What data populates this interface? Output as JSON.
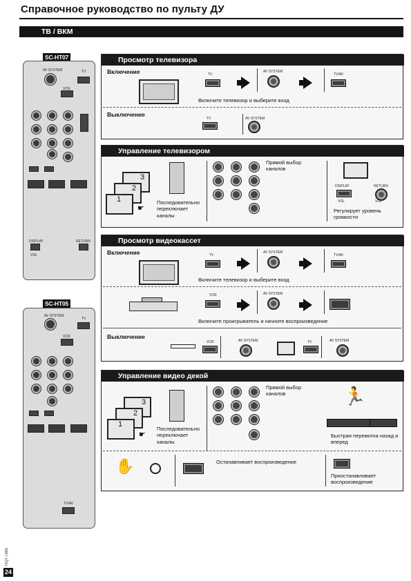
{
  "header": {
    "title": "Справочное руководство по пульту ДУ"
  },
  "section": {
    "title": "ТВ / ВКМ"
  },
  "models": {
    "ht07": "SC-HT07",
    "ht05": "SC-HT05"
  },
  "remote_ht07": {
    "av_system": "AV SYSTEM",
    "tv": "TV",
    "vcr": "VCR",
    "return": "RETURN",
    "vol": "VOL",
    "display": "DISPLAY"
  },
  "remote_ht05": {
    "av_system": "AV SYSTEM",
    "tv": "TV",
    "vcr": "VCR",
    "tvav": "TV/AV"
  },
  "tv_view": {
    "title": "Просмотр телевизора",
    "on_label": "Включение",
    "off_label": "Выключение",
    "key_tv": "TV",
    "key_av_system": "AV SYSTEM",
    "key_tvav": "TV/AV",
    "instruction": "Включите телевизор и выберите вход"
  },
  "tv_control": {
    "title": "Управление телевизором",
    "direct": "Прямой выбор каналов",
    "sequential": "Последовательно переключает каналы",
    "display": "DISPLAY",
    "return": "RETURN",
    "vol_minus": "VOL",
    "vol_plus": "VOL",
    "volume_note": "Регулирует уровень громкости",
    "digits": [
      "1",
      "2",
      "3"
    ]
  },
  "vcr_view": {
    "title": "Просмотр видеокассет",
    "on_label": "Включение",
    "off_label": "Выключение",
    "key_tv": "TV",
    "key_vcr": "VCR",
    "key_av_system": "AV SYSTEM",
    "key_tvav": "TV/AV",
    "instruction1": "Включите телевизор и выберите вход",
    "instruction2": "Включите проигрыватель и начните воспроизведение"
  },
  "vcr_control": {
    "title": "Управление видео декой",
    "direct": "Прямой выбор каналов",
    "sequential": "Последовательно переключает каналы",
    "ffrew_note": "Быстрая перемотка назад и вперед",
    "stop_note": "Останавливает воспроизведение",
    "pause_note": "Приостанавливает воспроизведение",
    "digits": [
      "1",
      "2",
      "3"
    ]
  },
  "footer": {
    "page_number": "24",
    "doc_code": "RQT7385"
  }
}
